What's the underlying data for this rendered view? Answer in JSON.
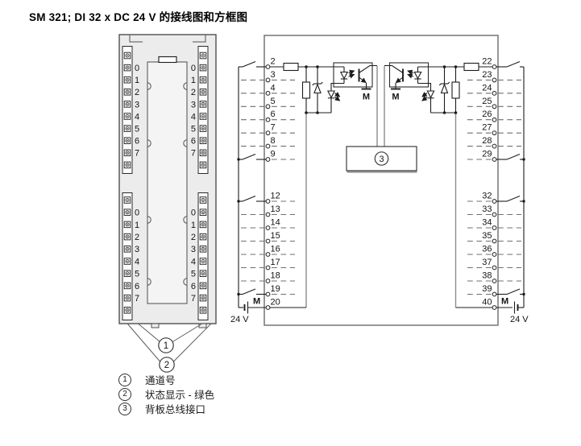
{
  "title": "SM 321; DI 32 x DC 24 V 的接线图和方框图",
  "module": {
    "channel_labels": [
      "0",
      "1",
      "2",
      "3",
      "4",
      "5",
      "6",
      "7"
    ]
  },
  "wiring": {
    "left_top": [
      "2",
      "3",
      "4",
      "5",
      "6",
      "7",
      "8",
      "9"
    ],
    "left_bottom": [
      "12",
      "13",
      "14",
      "15",
      "16",
      "17",
      "18",
      "19",
      "20"
    ],
    "right_top": [
      "22",
      "23",
      "24",
      "25",
      "26",
      "27",
      "28",
      "29"
    ],
    "right_bottom": [
      "32",
      "33",
      "34",
      "35",
      "36",
      "37",
      "38",
      "39",
      "40"
    ],
    "m_label": "M",
    "supply_label": "24 V",
    "backplane_ref": "3"
  },
  "callouts": {
    "channel": "1",
    "status": "2"
  },
  "legend": [
    {
      "num": "1",
      "text": "通道号"
    },
    {
      "num": "2",
      "text": "状态显示 - 绿色"
    },
    {
      "num": "3",
      "text": "背板总线接口"
    }
  ]
}
